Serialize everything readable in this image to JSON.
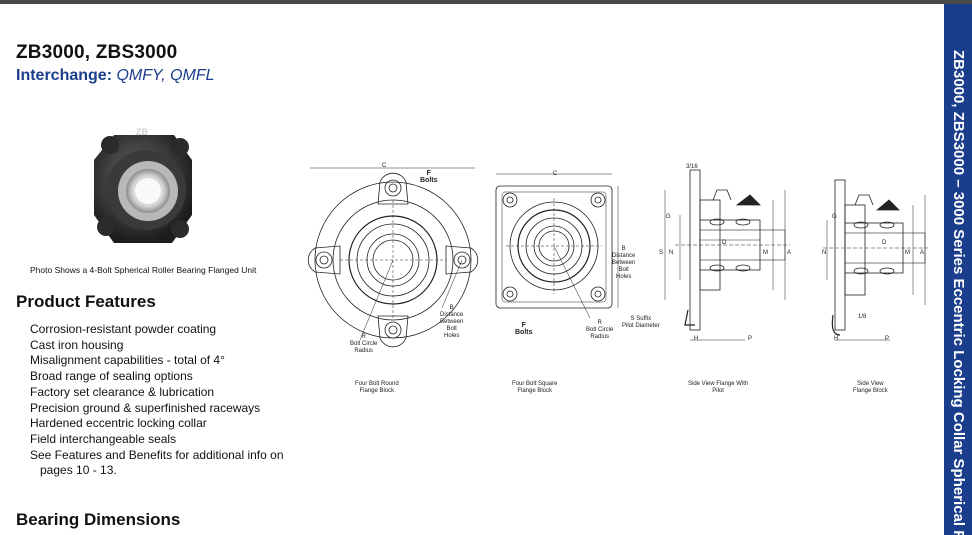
{
  "header": {
    "title": "ZB3000, ZBS3000",
    "interchange_label": "Interchange:",
    "interchange_value": "QMFY, QMFL"
  },
  "photo": {
    "caption": "Photo Shows a 4-Bolt Spherical Roller Bearing Flanged Unit",
    "logo_text": "ZB"
  },
  "features": {
    "heading": "Product Features",
    "items": [
      "Corrosion-resistant powder coating",
      "Cast iron housing",
      "Misalignment capabilities - total of 4°",
      "Broad range of sealing options",
      "Factory set clearance & lubrication",
      "Precision ground & superfinished raceways",
      "Hardened eccentric locking collar",
      "Field interchangeable seals",
      "See Features and Benefits for additional info on",
      "pages 10 - 13."
    ]
  },
  "dimensions": {
    "heading": "Bearing Dimensions"
  },
  "sidebar": {
    "text": "ZB3000, ZBS3000 – 3000 Series Eccentric Locking Collar Spherical R"
  },
  "diagrams": {
    "round": {
      "caption_1": "Four Bolt Round",
      "caption_2": "Flange Block",
      "c": "C",
      "f1": "F",
      "f2": "Bolts",
      "r1": "R",
      "r2": "Bolt Circle",
      "r3": "Radius",
      "b1": "B",
      "b2": "Distance",
      "b3": "Between",
      "b4": "Bolt",
      "b5": "Holes"
    },
    "square": {
      "caption_1": "Four Bolt Square",
      "caption_2": "Flange Block",
      "c": "C",
      "f1": "F",
      "f2": "Bolts",
      "r1": "R",
      "r2": "Bolt Circle",
      "r3": "Radius",
      "b1": "B",
      "b2": "Distance",
      "b3": "Between",
      "b4": "Bolt",
      "b5": "Holes"
    },
    "side_pilot": {
      "caption_1": "Side View Flange With",
      "caption_2": "Pilot",
      "top": "3/16",
      "g": "G",
      "d": "D",
      "s": "S",
      "n": "N",
      "m": "M",
      "a": "A",
      "h": "H",
      "p": "P",
      "pilot1": "S Suffix",
      "pilot2": "Pilot Diameter"
    },
    "side": {
      "caption_1": "Side View",
      "caption_2": "Flange Block",
      "g": "G",
      "d": "D",
      "n": "N",
      "m": "M",
      "a": "A",
      "h": "H",
      "p": "P",
      "eighth": "1/8"
    }
  }
}
